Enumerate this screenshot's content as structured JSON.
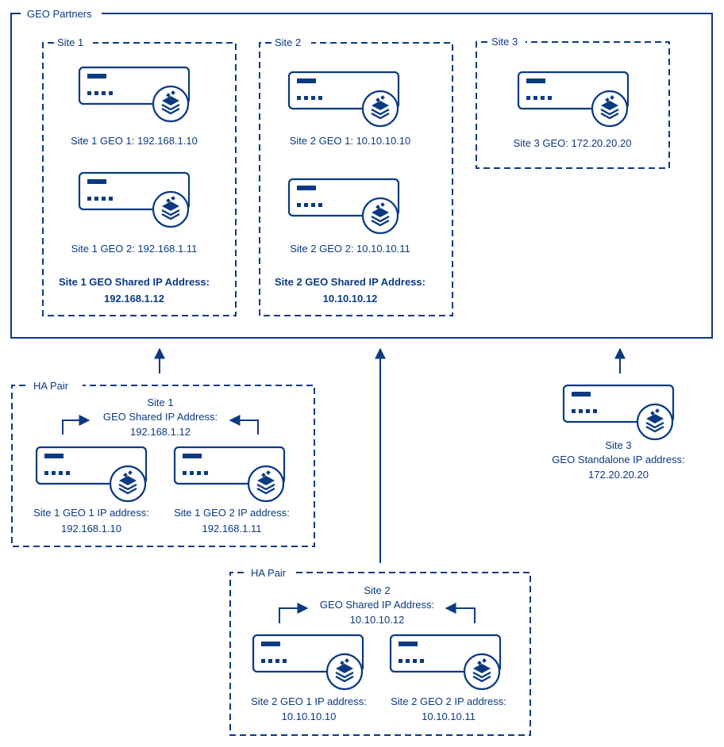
{
  "colors": {
    "primary": "#0b3a82",
    "background": "#ffffff"
  },
  "icons": {
    "appliance": "geo-appliance-icon",
    "layers_badge": "stacked-layers-icon"
  },
  "geo_partners": {
    "title": "GEO Partners",
    "site1": {
      "title": "Site 1",
      "geo1_label": "Site 1 GEO 1: 192.168.1.10",
      "geo2_label": "Site 1 GEO 2: 192.168.1.11",
      "shared_label": "Site 1 GEO Shared IP Address:",
      "shared_ip": "192.168.1.12"
    },
    "site2": {
      "title": "Site 2",
      "geo1_label": "Site 2 GEO 1: 10.10.10.10",
      "geo2_label": "Site 2 GEO 2: 10.10.10.11",
      "shared_label": "Site 2 GEO Shared IP Address:",
      "shared_ip": "10.10.10.12"
    },
    "site3": {
      "title": "Site 3",
      "geo_label": "Site 3 GEO: 172.20.20.20"
    }
  },
  "ha_pair_site1": {
    "title": "HA Pair",
    "site": "Site 1",
    "shared_label": "GEO Shared IP Address:",
    "shared_ip": "192.168.1.12",
    "geo1_label": "Site 1 GEO 1 IP address:",
    "geo1_ip": "192.168.1.10",
    "geo2_label": "Site 1 GEO 2 IP address:",
    "geo2_ip": "192.168.1.11"
  },
  "ha_pair_site2": {
    "title": "HA Pair",
    "site": "Site 2",
    "shared_label": "GEO Shared IP Address:",
    "shared_ip": "10.10.10.12",
    "geo1_label": "Site 2 GEO 1 IP address:",
    "geo1_ip": "10.10.10.10",
    "geo2_label": "Site 2 GEO 2 IP address:",
    "geo2_ip": "10.10.10.11"
  },
  "standalone_site3": {
    "site": "Site 3",
    "label": "GEO Standalone IP address:",
    "ip": "172.20.20.20"
  }
}
